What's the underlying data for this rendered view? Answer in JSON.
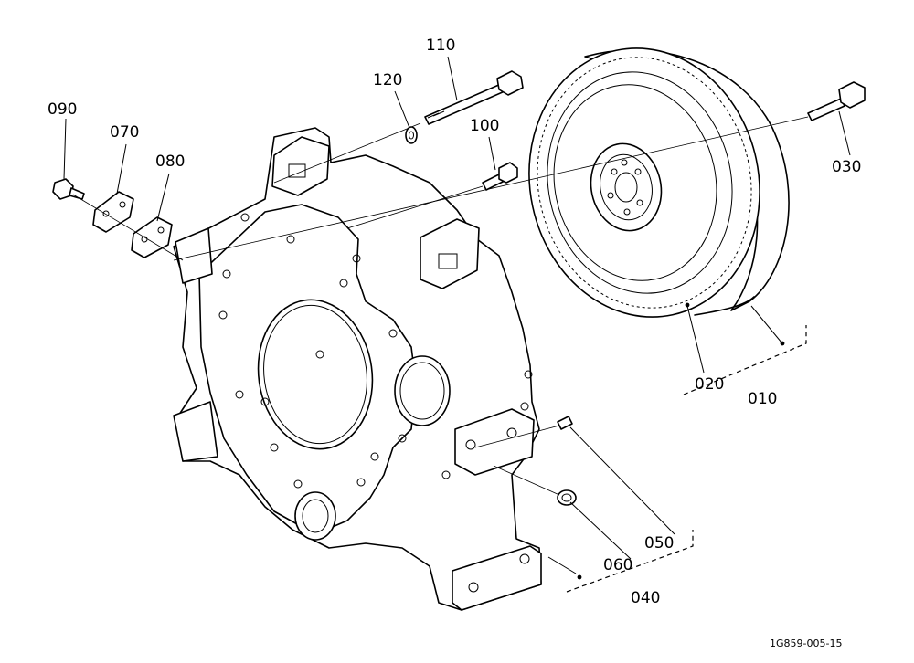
{
  "figure_reference": "1G859-005-15",
  "callouts": {
    "p010": "010",
    "p020": "020",
    "p030": "030",
    "p040": "040",
    "p050": "050",
    "p060": "060",
    "p070": "070",
    "p080": "080",
    "p090": "090",
    "p100": "100",
    "p110": "110",
    "p120": "120"
  }
}
